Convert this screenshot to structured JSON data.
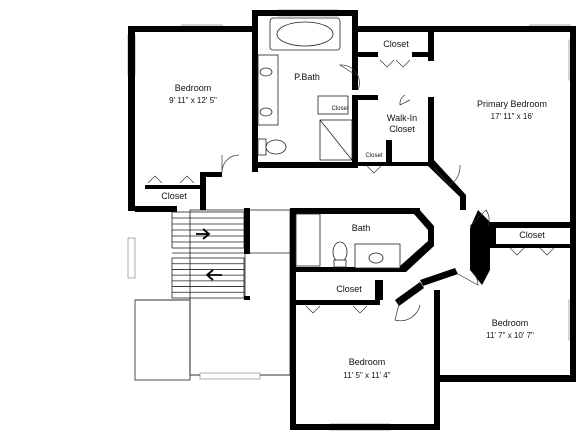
{
  "rooms": {
    "bedroom_nw": {
      "name": "Bedroom",
      "dims": "9' 11\" x 12' 5\""
    },
    "pbath": {
      "name": "P.Bath"
    },
    "closet_top": {
      "name": "Closet"
    },
    "primary_bedroom": {
      "name": "Primary Bedroom",
      "dims": "17' 11\" x 16'"
    },
    "walkin_closet": {
      "line1": "Walk-In",
      "line2": "Closet"
    },
    "closet_small_a": {
      "name": "Closet"
    },
    "closet_small_b": {
      "name": "Closet"
    },
    "closet_nw": {
      "name": "Closet"
    },
    "bath": {
      "name": "Bath"
    },
    "closet_mid": {
      "name": "Closet"
    },
    "closet_east": {
      "name": "Closet"
    },
    "bedroom_e": {
      "name": "Bedroom",
      "dims": "11' 7\" x 10' 7\""
    },
    "bedroom_s": {
      "name": "Bedroom",
      "dims": "11' 5\" x 11' 4\""
    }
  }
}
